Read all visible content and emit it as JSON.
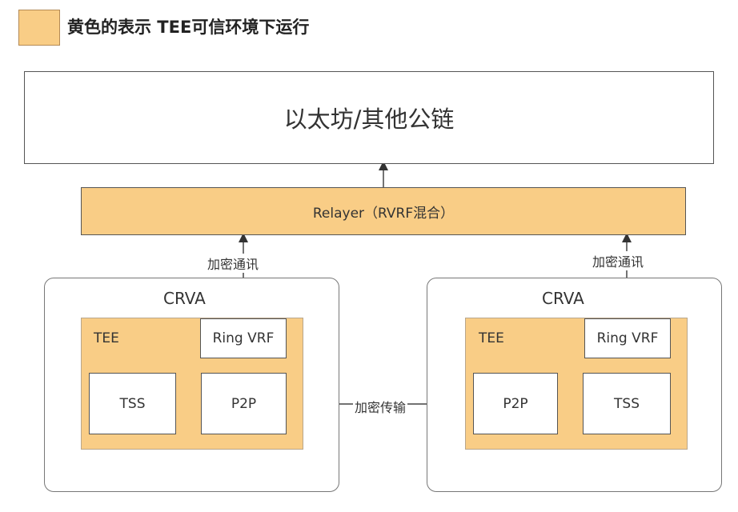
{
  "legend": {
    "text": "黄色的表示 TEE可信环境下运行",
    "color": "#f9cd86"
  },
  "chain": {
    "label": "以太坊/其他公链"
  },
  "relayer": {
    "label": "Relayer（RVRF混合）"
  },
  "nodes": [
    {
      "title": "CRVA",
      "tee": "TEE",
      "ring_vrf": "Ring VRF",
      "tss": "TSS",
      "p2p": "P2P",
      "uplink_label": "加密通讯"
    },
    {
      "title": "CRVA",
      "tee": "TEE",
      "ring_vrf": "Ring VRF",
      "tss": "TSS",
      "p2p": "P2P",
      "uplink_label": "加密通讯"
    }
  ],
  "link": {
    "label": "加密传输"
  }
}
